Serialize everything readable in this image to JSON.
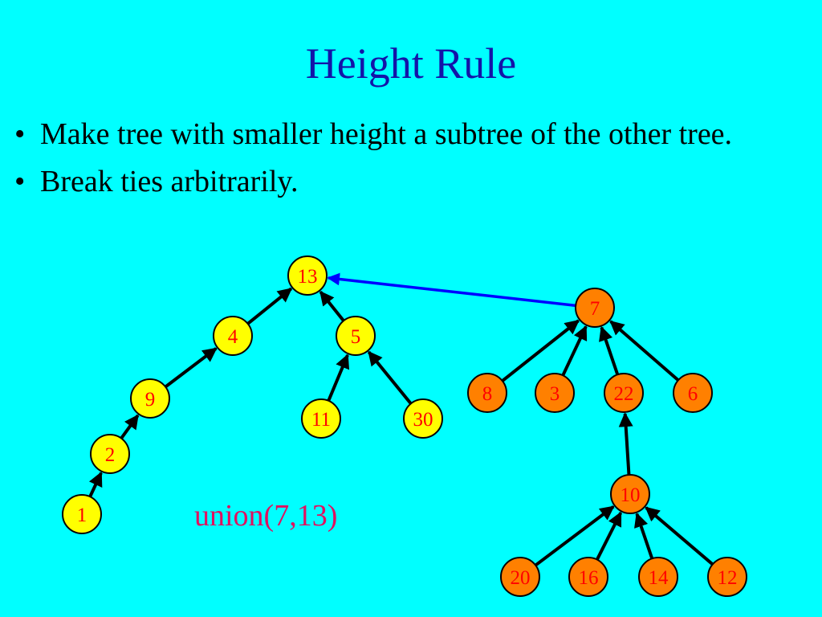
{
  "slide": {
    "title": "Height Rule",
    "bullets": [
      "Make tree with smaller height a subtree of the other tree.",
      "Break ties arbitrarily."
    ],
    "caption": "union(7,13)"
  },
  "colors": {
    "background": "#00FFFF",
    "title": "#1414A8",
    "yellow_node": "#FFFF00",
    "orange_node": "#FF8000",
    "node_text": "#FF0000",
    "union_arrow": "#0000FF",
    "caption": "#E0115F"
  },
  "trees": {
    "yellow": {
      "nodes": [
        {
          "id": "13",
          "label": "13"
        },
        {
          "id": "4",
          "label": "4"
        },
        {
          "id": "5",
          "label": "5"
        },
        {
          "id": "9",
          "label": "9"
        },
        {
          "id": "2",
          "label": "2"
        },
        {
          "id": "1",
          "label": "1"
        },
        {
          "id": "11",
          "label": "11"
        },
        {
          "id": "30",
          "label": "30"
        }
      ],
      "edges": [
        [
          "4",
          "13"
        ],
        [
          "5",
          "13"
        ],
        [
          "9",
          "4"
        ],
        [
          "2",
          "9"
        ],
        [
          "1",
          "2"
        ],
        [
          "11",
          "5"
        ],
        [
          "30",
          "5"
        ]
      ]
    },
    "orange": {
      "nodes": [
        {
          "id": "7",
          "label": "7"
        },
        {
          "id": "8",
          "label": "8"
        },
        {
          "id": "3",
          "label": "3"
        },
        {
          "id": "22",
          "label": "22"
        },
        {
          "id": "6",
          "label": "6"
        },
        {
          "id": "10",
          "label": "10"
        },
        {
          "id": "20",
          "label": "20"
        },
        {
          "id": "16",
          "label": "16"
        },
        {
          "id": "14",
          "label": "14"
        },
        {
          "id": "12",
          "label": "12"
        }
      ],
      "edges": [
        [
          "8",
          "7"
        ],
        [
          "3",
          "7"
        ],
        [
          "22",
          "7"
        ],
        [
          "6",
          "7"
        ],
        [
          "10",
          "22"
        ],
        [
          "20",
          "10"
        ],
        [
          "16",
          "10"
        ],
        [
          "14",
          "10"
        ],
        [
          "12",
          "10"
        ]
      ]
    },
    "union_edge": [
      "7",
      "13"
    ]
  }
}
